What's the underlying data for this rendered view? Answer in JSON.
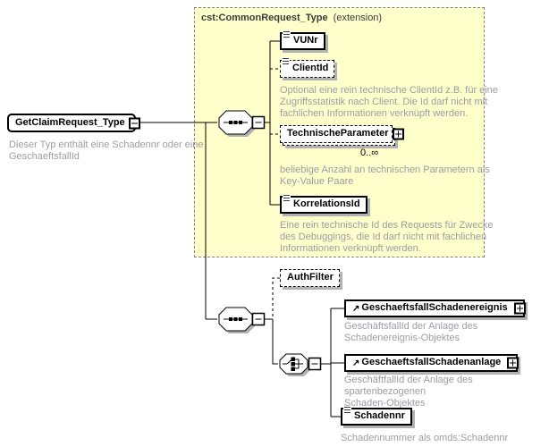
{
  "header": {
    "base_type": "cst:CommonRequest_Type",
    "annotation": "(extension)"
  },
  "root": {
    "name": "GetClaimRequest_Type",
    "description": "Dieser Typ enthält eine Schadennr oder eine\nGeschaeftsfallId"
  },
  "elements": {
    "vunr": {
      "name": "VUNr"
    },
    "client_id": {
      "name": "ClientId",
      "description": "Optional eine rein technische ClientId z.B. für eine\nZugriffsstatistik nach Client. Die Id darf nicht mit\nfachlichen Informationen verknüpft werden."
    },
    "technische_parameter": {
      "name": "TechnischeParameter",
      "multiplicity": "0..∞",
      "description": "beliebige Anzahl an technischen Parametern als\nKey-Value Paare"
    },
    "korrelations_id": {
      "name": "KorrelationsId",
      "description": "Eine rein technische Id des Requests für Zwecke\ndes Debuggings, die Id darf nicht mit fachlichen\nInformationen verknüpft werden."
    },
    "auth_filter": {
      "name": "AuthFilter"
    },
    "geschaeftsfall_schadenereignis": {
      "name": "GeschaeftsfallSchadenereignis",
      "description": "GeschäftsfallId der Anlage des\nSchadenereignis-Objektes"
    },
    "geschaeftsfall_schadenanlage": {
      "name": "GeschaeftsfallSchadenanlage",
      "description": "GeschäftfallId der Anlage des spartenbezogenen\nSchaden-Objektes"
    },
    "schadennr": {
      "name": "Schadennr",
      "description": "Schadennummer als omds:Schadennr"
    }
  },
  "icons": {
    "reference": "↗"
  },
  "colors": {
    "group_fill": "#FFFFCC",
    "group_border": "#818181",
    "annotation_text": "#9C9CA4",
    "box_border": "#000000",
    "shadow": "#B2B2B2"
  }
}
